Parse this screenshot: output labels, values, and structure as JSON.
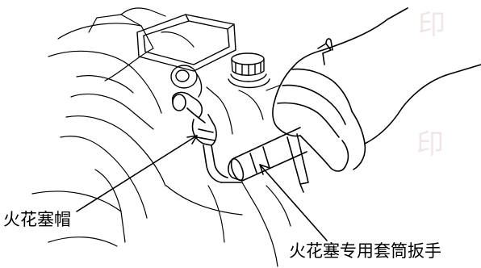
{
  "watermark": "印",
  "labels": {
    "spark_plug_cap": "火花塞帽",
    "spark_plug_socket_wrench": "火花塞专用套筒扳手"
  }
}
